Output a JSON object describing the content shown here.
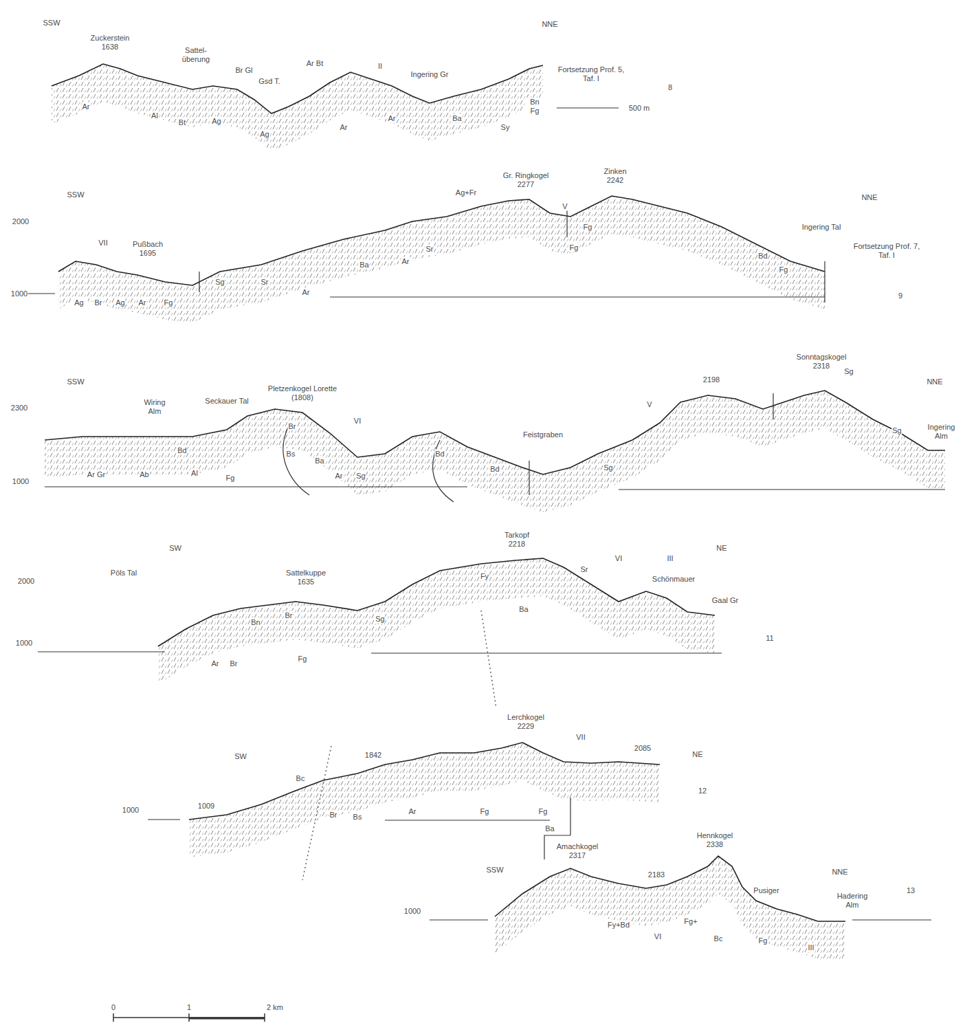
{
  "diagram": {
    "labels": [
      "SSW",
      "NNE",
      "Zuckerstein 1638",
      "Sattel- überung",
      "Br Gl",
      "Gsd T.",
      "Ar Bt",
      "II",
      "Ingering Gr",
      "Fortsetzung Prof. 5, Taf. I",
      "8",
      "Ar",
      "Al",
      "Bt",
      "Ag",
      "Ag",
      "Ar",
      "Ar",
      "Ba",
      "Sy",
      "Bn Fg",
      "500 m",
      "SSW",
      "2000",
      "1000",
      "VII",
      "Pußbach 1695",
      "Gr. Ringkogel 2277",
      "V",
      "Zinken 2242",
      "NNE",
      "Ingering Tal",
      "Fortsetzung Prof. 7, Taf. I",
      "9",
      "Ag+Fr",
      "Ba",
      "Ar",
      "Sr",
      "Ag",
      "Br",
      "Ag",
      "Ar",
      "Fg",
      "Sg",
      "Sr",
      "Ar",
      "Bd",
      "Fg",
      "Fg",
      "Fg",
      "SSW",
      "2300",
      "1000",
      "Wiring Alm",
      "Seckauer Tal",
      "Pletzenkogel Lorette (1808)",
      "VI",
      "Feistgraben",
      "V",
      "2198",
      "Sonntagskogel 2318",
      "NNE",
      "Ingering Alm",
      "Ar Gr",
      "Ab",
      "Bd",
      "Al",
      "Fg",
      "Br",
      "Bs",
      "Ba",
      "Ar",
      "Sg",
      "Bd",
      "Bd",
      "Sg",
      "Sg",
      "Sg",
      "SW",
      "NE",
      "2000",
      "1000",
      "Pöls Tal",
      "Sattelkuppe 1635",
      "Tarkopf 2218",
      "Fy",
      "Sr",
      "VI",
      "III",
      "Schönmauer",
      "Gaal Gr",
      "Br",
      "Bn",
      "Sg",
      "Ar",
      "Br",
      "Fg",
      "Ba",
      "11",
      "SW",
      "NE",
      "1000",
      "Lerchkogel 2229",
      "VII",
      "2085",
      "1842",
      "1009",
      "Bc",
      "Br",
      "Bs",
      "Ar",
      "Fg",
      "Fg",
      "Ba",
      "12",
      "Amachkogel 2317",
      "Hennkogel 2338",
      "2183",
      "SSW",
      "NNE",
      "Pusiger",
      "Hadering Alm",
      "13",
      "1000",
      "Fy+Bd",
      "VI",
      "Fg+",
      "Bc",
      "Fg",
      "III",
      "0",
      "1",
      "2 km"
    ]
  }
}
